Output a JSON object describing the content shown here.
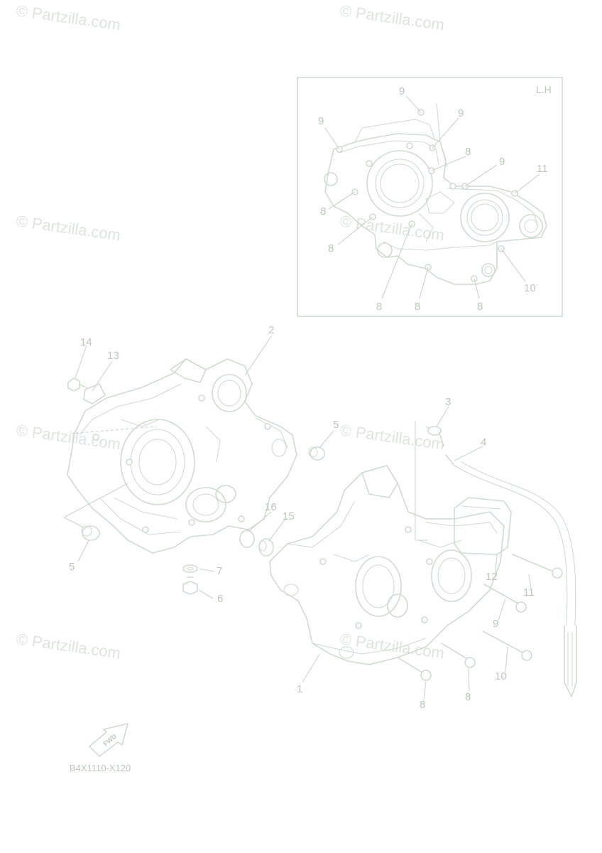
{
  "watermark": "© Partzilla.com",
  "inset": {
    "label": "L.H"
  },
  "callouts": {
    "c1": "1",
    "c2": "2",
    "c3": "3",
    "c4": "4",
    "c5a": "5",
    "c5b": "5",
    "c6": "6",
    "c7": "7",
    "c8a": "8",
    "c8b": "8",
    "c9": "9",
    "c10": "10",
    "c11": "11",
    "c12": "12",
    "c13": "13",
    "c14": "14",
    "c15": "15",
    "c16": "16"
  },
  "inset_callouts": {
    "i9a": "9",
    "i9b": "9",
    "i9c": "9",
    "i9d": "9",
    "i8a": "8",
    "i8b": "8",
    "i8c": "8",
    "i8d": "8",
    "i8e": "8",
    "i8f": "8",
    "i11": "11",
    "i10": "10"
  },
  "fwd_label": "FWD",
  "diagram_code": "B4X1110-X120",
  "colors": {
    "line": "#cfdccf",
    "text": "#b9c8b9",
    "watermark": "#dde5dd"
  }
}
